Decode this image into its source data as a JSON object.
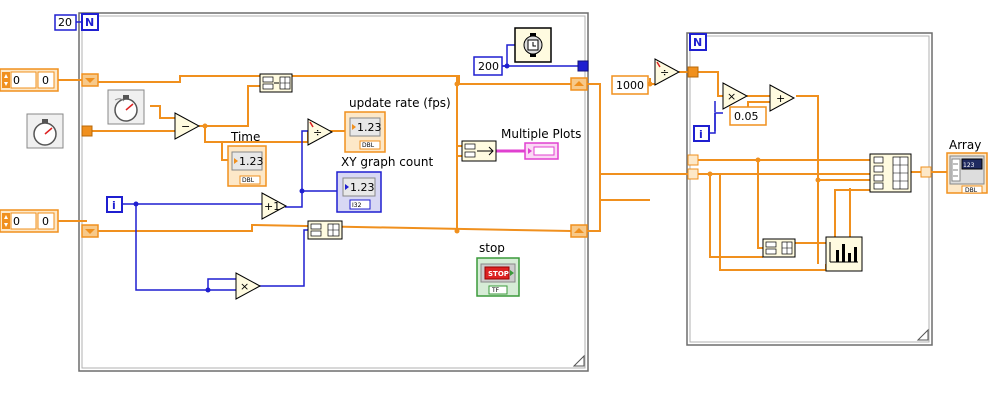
{
  "loop1": {
    "count": "20",
    "n_symbol": "N",
    "i_symbol": "i"
  },
  "loop2": {
    "n_symbol": "N",
    "i_symbol": "i"
  },
  "controls": {
    "left_top_numeric": "0",
    "left_bottom_numeric": "0",
    "timer_ms": "200",
    "divisor": "1000",
    "step": "0.05"
  },
  "labels": {
    "time": "Time",
    "update_rate": "update rate (fps)",
    "xy_graph_count": "XY graph count",
    "multiple_plots": "Multiple Plots",
    "stop": "stop",
    "array": "Array"
  },
  "indicators": {
    "time_value": "1.23",
    "update_rate_value": "1.23",
    "xy_count_value": "1.23",
    "array_value": "123",
    "dbl_tag": "DBL",
    "i32_tag": "I32",
    "tf_tag": "TF",
    "stop_text": "STOP"
  },
  "operators": {
    "subtract": "−",
    "divide": "÷",
    "increment": "+1",
    "multiply": "×",
    "add": "+"
  },
  "colors": {
    "orange_wire": "#f0901e",
    "blue_wire": "#1f1fd0",
    "pink_wire": "#e040d0",
    "green_border": "#3a9a3a",
    "node_fill": "#fffbe0",
    "terminal_fill": "#f0f0f0"
  }
}
